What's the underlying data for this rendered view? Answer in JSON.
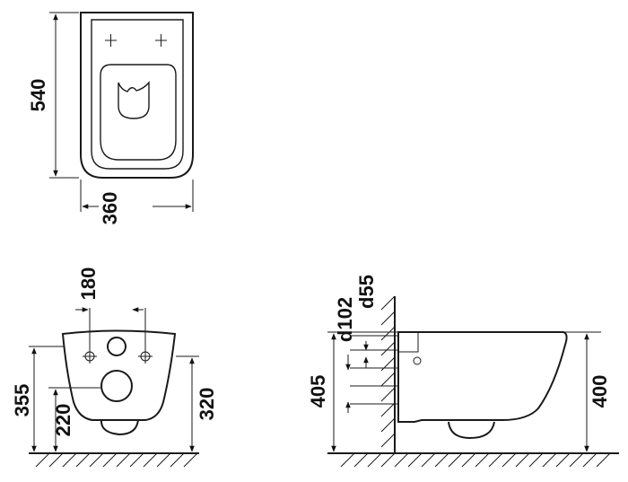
{
  "dimensions": {
    "top_height": "540",
    "top_width": "360",
    "front_bolt_spacing": "180",
    "front_total_height": "355",
    "front_drain_height": "220",
    "front_mount_height": "320",
    "side_pipe_d102": "d102",
    "side_pipe_d55": "d55",
    "side_left_height": "405",
    "side_right_height": "400"
  }
}
